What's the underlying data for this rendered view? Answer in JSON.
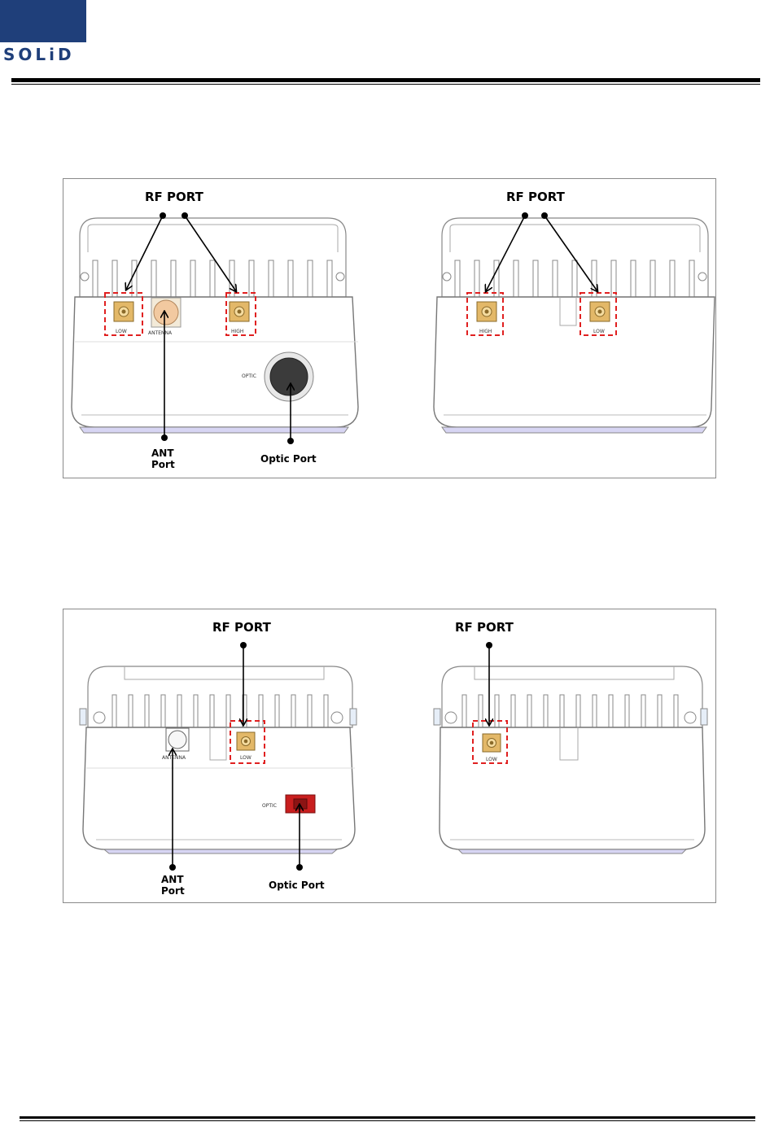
{
  "header": {
    "logo_text": "SOLiD"
  },
  "figure1": {
    "left": {
      "rf_label": "RF PORT",
      "port_low": "LOW",
      "port_antenna": "ANTENNA",
      "port_high": "HIGH",
      "port_optic": "OPTIC",
      "ant_line1": "ANT",
      "ant_line2": "Port",
      "optic_label": "Optic Port"
    },
    "right": {
      "rf_label": "RF PORT",
      "port_high": "HIGH",
      "port_low": "LOW"
    }
  },
  "figure2": {
    "left": {
      "rf_label": "RF PORT",
      "port_antenna": "ANTENNA",
      "port_low": "LOW",
      "port_optic": "OPTIC",
      "ant_line1": "ANT",
      "ant_line2": "Port",
      "optic_label": "Optic Port"
    },
    "right": {
      "rf_label": "RF PORT",
      "port_low": "LOW"
    }
  },
  "colors": {
    "brand": "#1f3f7a",
    "highlight": "#e02020",
    "connector": "#e3b868",
    "optic_red": "#c81e1e"
  }
}
